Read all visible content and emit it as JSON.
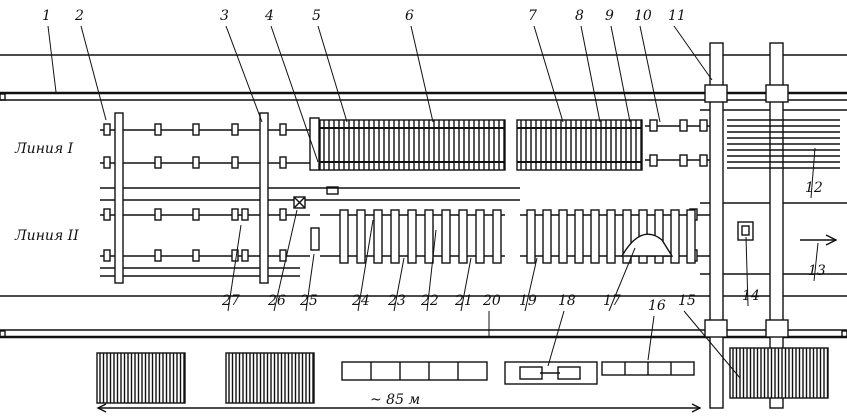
{
  "callouts": [
    "1",
    "2",
    "3",
    "4",
    "5",
    "6",
    "7",
    "8",
    "9",
    "10",
    "11",
    "12",
    "13",
    "14",
    "15",
    "16",
    "17",
    "18",
    "19",
    "20",
    "21",
    "22",
    "23",
    "24",
    "25",
    "26",
    "27"
  ],
  "line_labels": {
    "line1": "Линия I",
    "line2": "Линия II"
  },
  "dimension": "~ 85 м",
  "colors": {
    "ink": "#111111",
    "background": "#ffffff"
  }
}
